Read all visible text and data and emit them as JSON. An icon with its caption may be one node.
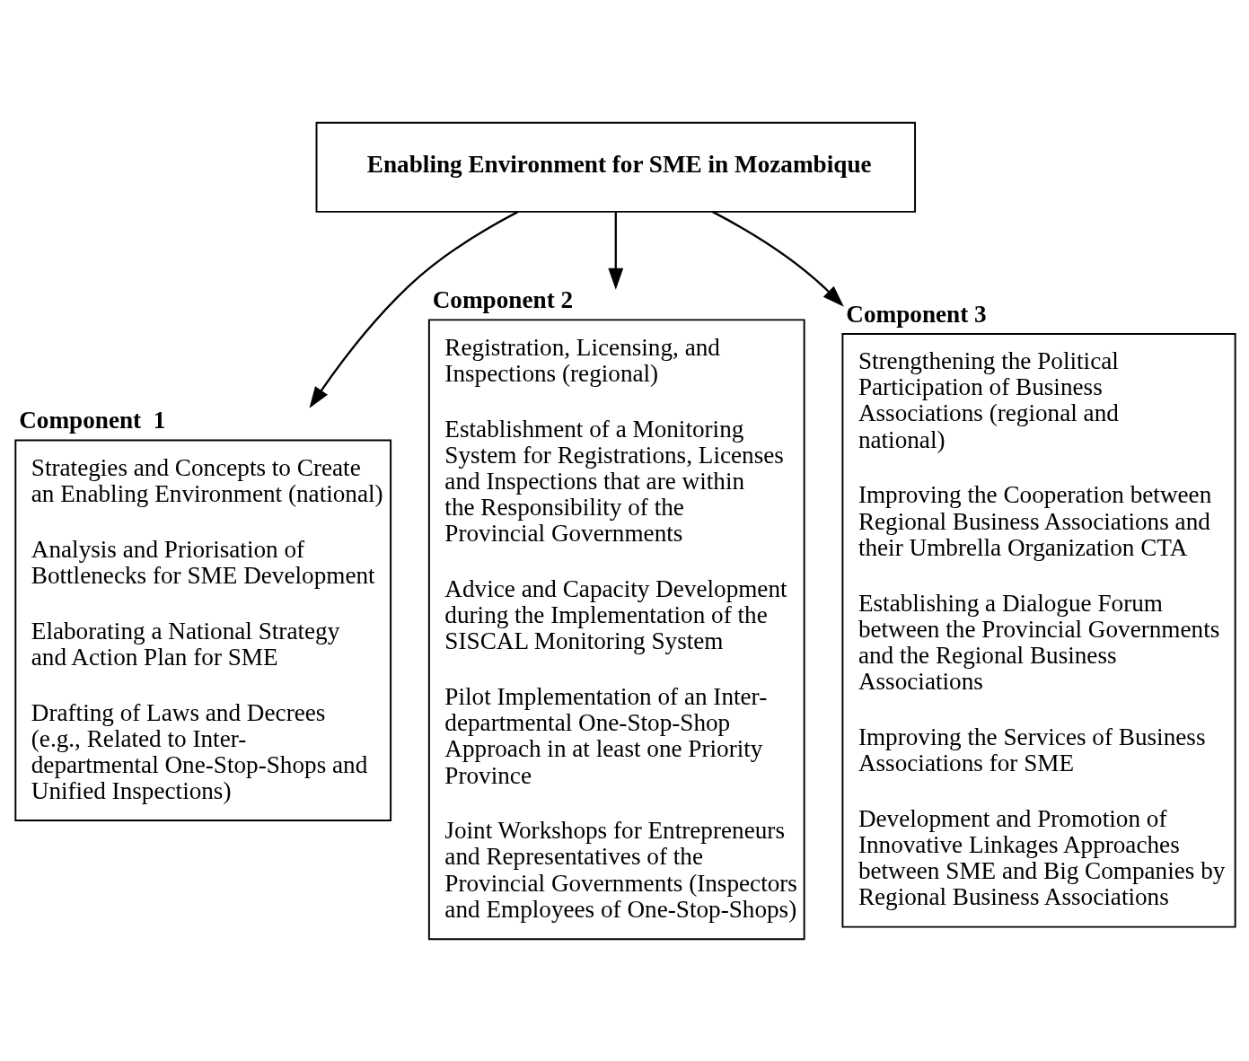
{
  "diagram": {
    "nodes": [
      {
        "text": [
          "Enabling Environment for SME in Mozambique"
        ]
      },
      {
        "text": [
          "Component  1",
          "Strategies and Concepts to Create an Enabling Environment (national)",
          "Analysis and Priorisation of Bottlenecks for SME Development",
          "Elaborating a National Strategy and Action Plan for SME",
          "Drafting of Laws and Decrees (e.g., Related to Inter-departmental One-Stop-Shops and Unified Inspections)"
        ]
      },
      {
        "text": [
          "Component 2",
          "Registration, Licensing, and Inspections (regional)",
          "Establishment of a Monitoring System for Registrations, Licenses and Inspections that are within the Responsibility of the Provincial Governments",
          "Advice and Capacity Development during the Implementation of the SISCAL Monitoring System",
          "Pilot Implementation of an Inter-departmental One-Stop-Shop Approach in at least one Priority Province",
          "Joint Workshops for Entrepreneurs and Representatives of the Provincial Governments (Inspectors and Employees of One-Stop-Shops)"
        ]
      },
      {
        "text": [
          "Component 3",
          "Strengthening the Political Participation of Business Associations (regional and national)",
          "Improving the Cooperation between Regional Business Associations and their Umbrella Organization CTA",
          "Establishing a Dialogue Forum between the Provincial Governments and the Regional Business Associations",
          "Improving the Services of Business Associations for SME",
          "Development and Promotion of Innovative Linkages Approaches between SME and Big Companies by Regional Business Associations"
        ]
      }
    ],
    "edges": [
      {
        "from": 0,
        "to": 1,
        "arrow": "to"
      },
      {
        "from": 0,
        "to": 2,
        "arrow": "to"
      },
      {
        "from": 0,
        "to": 3,
        "arrow": "to"
      }
    ]
  }
}
